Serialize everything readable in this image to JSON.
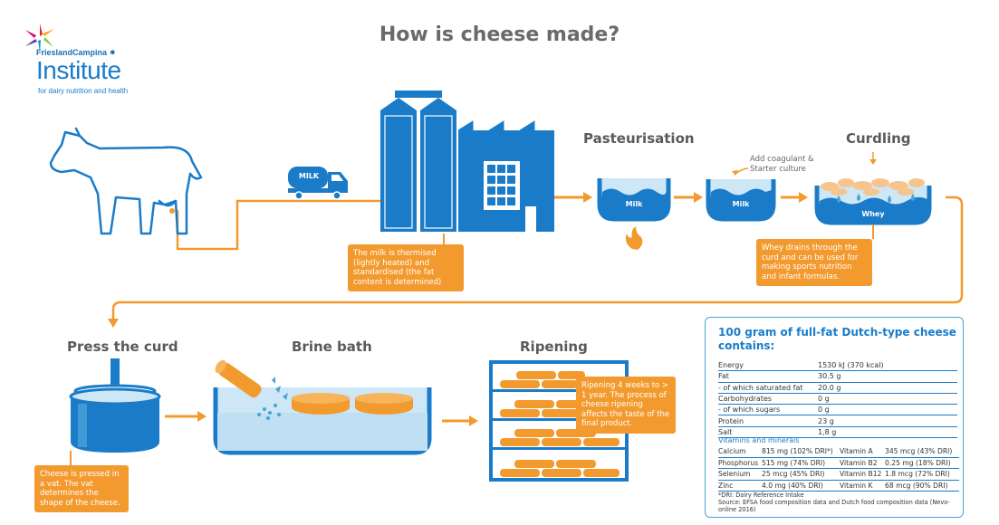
{
  "title": "How is cheese made?",
  "brand": {
    "line1": "FrieslandCampina",
    "mark": "⁕",
    "institute": "Institute",
    "tagline": "for dairy nutrition and health"
  },
  "truck_label": "MILK",
  "steps": {
    "pasteurisation": "Pasteurisation",
    "curdling": "Curdling",
    "press": "Press the curd",
    "brine": "Brine bath",
    "ripening": "Ripening"
  },
  "vat_labels": {
    "milk1": "Milk",
    "milk2": "Milk",
    "whey": "Whey"
  },
  "notes": {
    "thermised": "The milk is thermised (lightly heated) and standardised (the fat content is determined)",
    "coagulant": "Add coagulant & Starter culture",
    "whey": "Whey drains through the curd and can be used for making sports nutrition and infant formulas.",
    "press": "Cheese is pressed in a vat. The vat determines the shape of the cheese.",
    "ripening": "Ripening 4 weeks to > 1 year. The process of cheese ripening affects the taste of the final product."
  },
  "nutrition": {
    "title": "100 gram of full-fat Dutch-type cheese contains:",
    "rows": [
      {
        "label": "Energy",
        "value": "1530 kJ (370 kcal)"
      },
      {
        "label": "Fat",
        "value": "30.5 g"
      },
      {
        "label": "- of which saturated fat",
        "value": "20.0 g"
      },
      {
        "label": "Carbohydrates",
        "value": "0 g"
      },
      {
        "label": "- of which sugars",
        "value": "0 g"
      },
      {
        "label": "Protein",
        "value": "23 g"
      },
      {
        "label": "Salt",
        "value": "1,8 g"
      }
    ],
    "vitamins_title": "Vitamins and minerals",
    "vitamins": [
      {
        "a": "Calcium",
        "av": "815 mg (102% DRI*)",
        "b": "Vitamin A",
        "bv": "345 mcg (43% DRI)"
      },
      {
        "a": "Phosphorus",
        "av": "515 mg (74% DRI)",
        "b": "Vitamin B2",
        "bv": "0.25 mg (18% DRI)"
      },
      {
        "a": "Selenium",
        "av": "25 mcg (45% DRI)",
        "b": "Vitamin B12",
        "bv": "1.8 mcg (72% DRI)"
      },
      {
        "a": "Zinc",
        "av": "4.0 mg (40% DRI)",
        "b": "Vitamin K",
        "bv": "68 mcg (90% DRI)"
      }
    ],
    "footnote1": "*DRI: Dairy Reference Intake",
    "footnote2": "Source: EFSA food composition data and Dutch food composition data (Nevo-online 2016)"
  },
  "colors": {
    "blue": "#1a7cc9",
    "light_blue": "#cde7f6",
    "orange": "#f39a2f"
  }
}
